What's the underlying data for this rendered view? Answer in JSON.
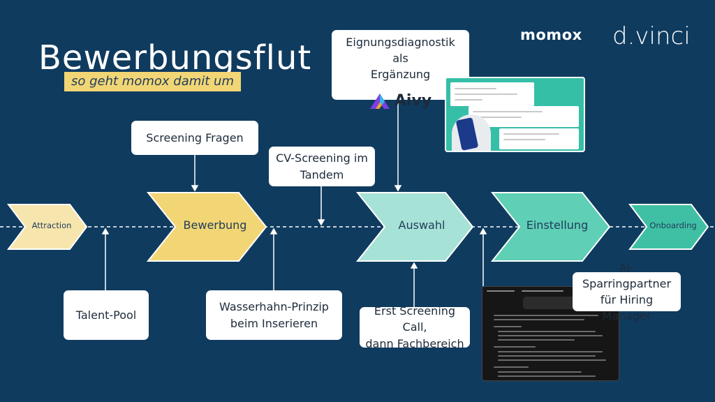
{
  "header": {
    "title": "Bewerbungsflut",
    "subtitle": "so geht momox damit um"
  },
  "logos": {
    "momox": "momox",
    "dvinci": "d.vinci"
  },
  "stages": [
    {
      "label": "Attraction",
      "color": "#f6e6ad"
    },
    {
      "label": "Bewerbung",
      "color": "#f2d675"
    },
    {
      "label": "Auswahl",
      "color": "#a6e2d6"
    },
    {
      "label": "Einstellung",
      "color": "#5fcfb5"
    },
    {
      "label": "Onboarding",
      "color": "#3fc0a5"
    }
  ],
  "cards": {
    "screening_fragen": "Screening Fragen",
    "cv_screening_1": "CV-Screening im",
    "cv_screening_2": "Tandem",
    "eignung_1": "Eignungsdiagnostik als",
    "eignung_2": "Ergänzung",
    "aivy_logo": "Aivy",
    "talent_pool": "Talent-Pool",
    "wasserhahn_1": "Wasserhahn-Prinzip",
    "wasserhahn_2": "beim Inserieren",
    "erst_1": "Erst Screening Call,",
    "erst_2": "dann Fachbereich",
    "ai_1": "AI-Sparringpartner",
    "ai_2": "für Hiring Manager"
  },
  "colors": {
    "background": "#0f3b5f",
    "accent_yellow": "#f2d675",
    "accent_teal": "#3fc0a5"
  }
}
